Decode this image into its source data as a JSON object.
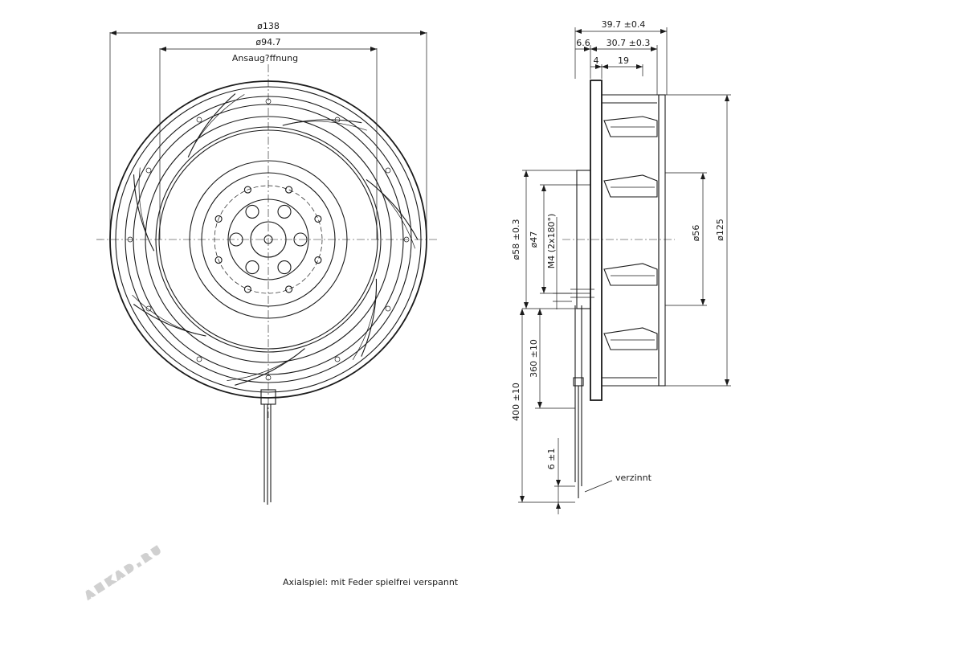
{
  "front_view": {
    "dim_outer": "ø138",
    "dim_inlet": "ø94.7",
    "inlet_label": "Ansaug?ffnung"
  },
  "side_view": {
    "dim_total_width": "39.7 ±0.4",
    "dim_offset": "6.6",
    "dim_blade_width": "30.7 ±0.3",
    "dim_hub_step": "4",
    "dim_hub_width": "19",
    "dim_hub_diameter": "ø58 ±0.3",
    "dim_bolt_circle": "ø47",
    "dim_thread": "M4 (2x180°)",
    "dim_inner_ring": "ø56",
    "dim_impeller": "ø125",
    "dim_cable_short": "360 ±10",
    "dim_cable_long": "400 ±10",
    "dim_strip": "6 ±1",
    "wire_label": "verzinnt"
  },
  "footer_note": "Axialspiel: mit Feder spielfrei verspannt",
  "watermark": "AHKAD.RU",
  "colors": {
    "line": "#1a1a1a",
    "watermark": "#d0d0d0"
  }
}
